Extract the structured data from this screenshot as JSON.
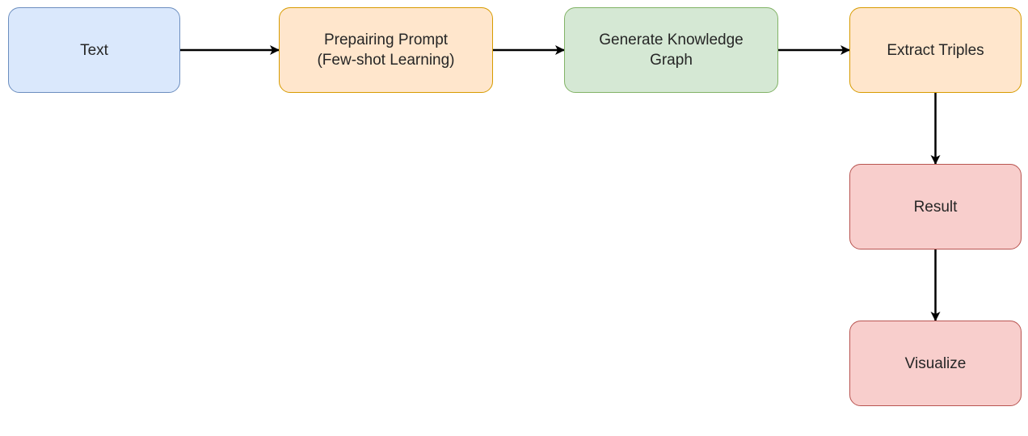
{
  "diagram": {
    "nodes": [
      {
        "id": "text",
        "label": "Text",
        "fill": "#dae8fc",
        "stroke": "#6c8ebf"
      },
      {
        "id": "prompt",
        "label": "Prepairing Prompt\n(Few-shot Learning)",
        "fill": "#ffe6cc",
        "stroke": "#d79b00"
      },
      {
        "id": "generate",
        "label": "Generate Knowledge\nGraph",
        "fill": "#d5e8d4",
        "stroke": "#82b366"
      },
      {
        "id": "extract",
        "label": "Extract Triples",
        "fill": "#ffe6cc",
        "stroke": "#d79b00"
      },
      {
        "id": "result",
        "label": "Result",
        "fill": "#f8cecc",
        "stroke": "#b85450"
      },
      {
        "id": "visualize",
        "label": "Visualize",
        "fill": "#f8cecc",
        "stroke": "#b85450"
      }
    ],
    "edges": [
      {
        "from": "text",
        "to": "prompt"
      },
      {
        "from": "prompt",
        "to": "generate"
      },
      {
        "from": "generate",
        "to": "extract"
      },
      {
        "from": "extract",
        "to": "result"
      },
      {
        "from": "result",
        "to": "visualize"
      }
    ],
    "edge_color": "#000000"
  }
}
